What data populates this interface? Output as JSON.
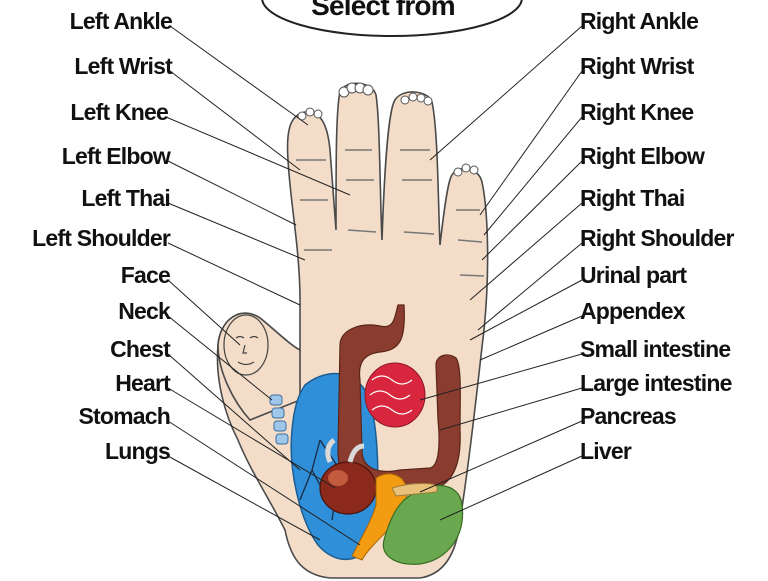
{
  "header": {
    "title": "Select from"
  },
  "left_labels": [
    "Left Ankle",
    "Left Wrist",
    "Left Knee",
    "Left Elbow",
    "Left Thai",
    "Left Shoulder",
    "Face",
    "Neck",
    "Chest",
    "Heart",
    "Stomach",
    "Lungs"
  ],
  "right_labels": [
    "Right Ankle",
    "Right Wrist",
    "Right Knee",
    "Right Elbow",
    "Right Thai",
    "Right Shoulder",
    "Urinal part",
    "Appendex",
    "Small intestine",
    "Large intestine",
    "Pancreas",
    "Liver"
  ],
  "colors": {
    "skin": "#f3ddc9",
    "skin_outline": "#4a4a4a",
    "lungs": "#2f8fd8",
    "heart": "#8b2a1c",
    "small_intestine": "#d7263d",
    "large_intestine": "#8a3d2e",
    "liver": "#6aa84f",
    "stomach": "#f39c12",
    "leader_line": "#222222"
  }
}
